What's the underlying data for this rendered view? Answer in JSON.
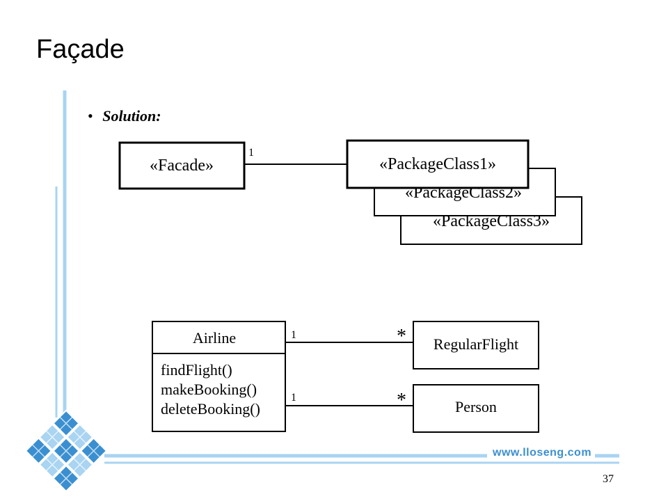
{
  "slide": {
    "title": "Façade",
    "bullet": "Solution:",
    "footer_url": "www.lloseng.com",
    "page_number": "37"
  },
  "diagram_top": {
    "facade": "«Facade»",
    "package_class_1": "«PackageClass1»",
    "package_class_2": "«PackageClass2»",
    "package_class_3": "«PackageClass3»",
    "multiplicity": "1"
  },
  "diagram_bottom": {
    "airline": {
      "name": "Airline",
      "operations": [
        "findFlight()",
        "makeBooking()",
        "deleteBooking()"
      ]
    },
    "regular_flight": "RegularFlight",
    "person": "Person",
    "assoc_flight": {
      "source_mult": "1",
      "target_mult": "*"
    },
    "assoc_person": {
      "source_mult": "1",
      "target_mult": "*"
    }
  },
  "colors": {
    "accent": "#3a8fd0",
    "accent_light": "#a9d4f2",
    "line": "#000000"
  }
}
